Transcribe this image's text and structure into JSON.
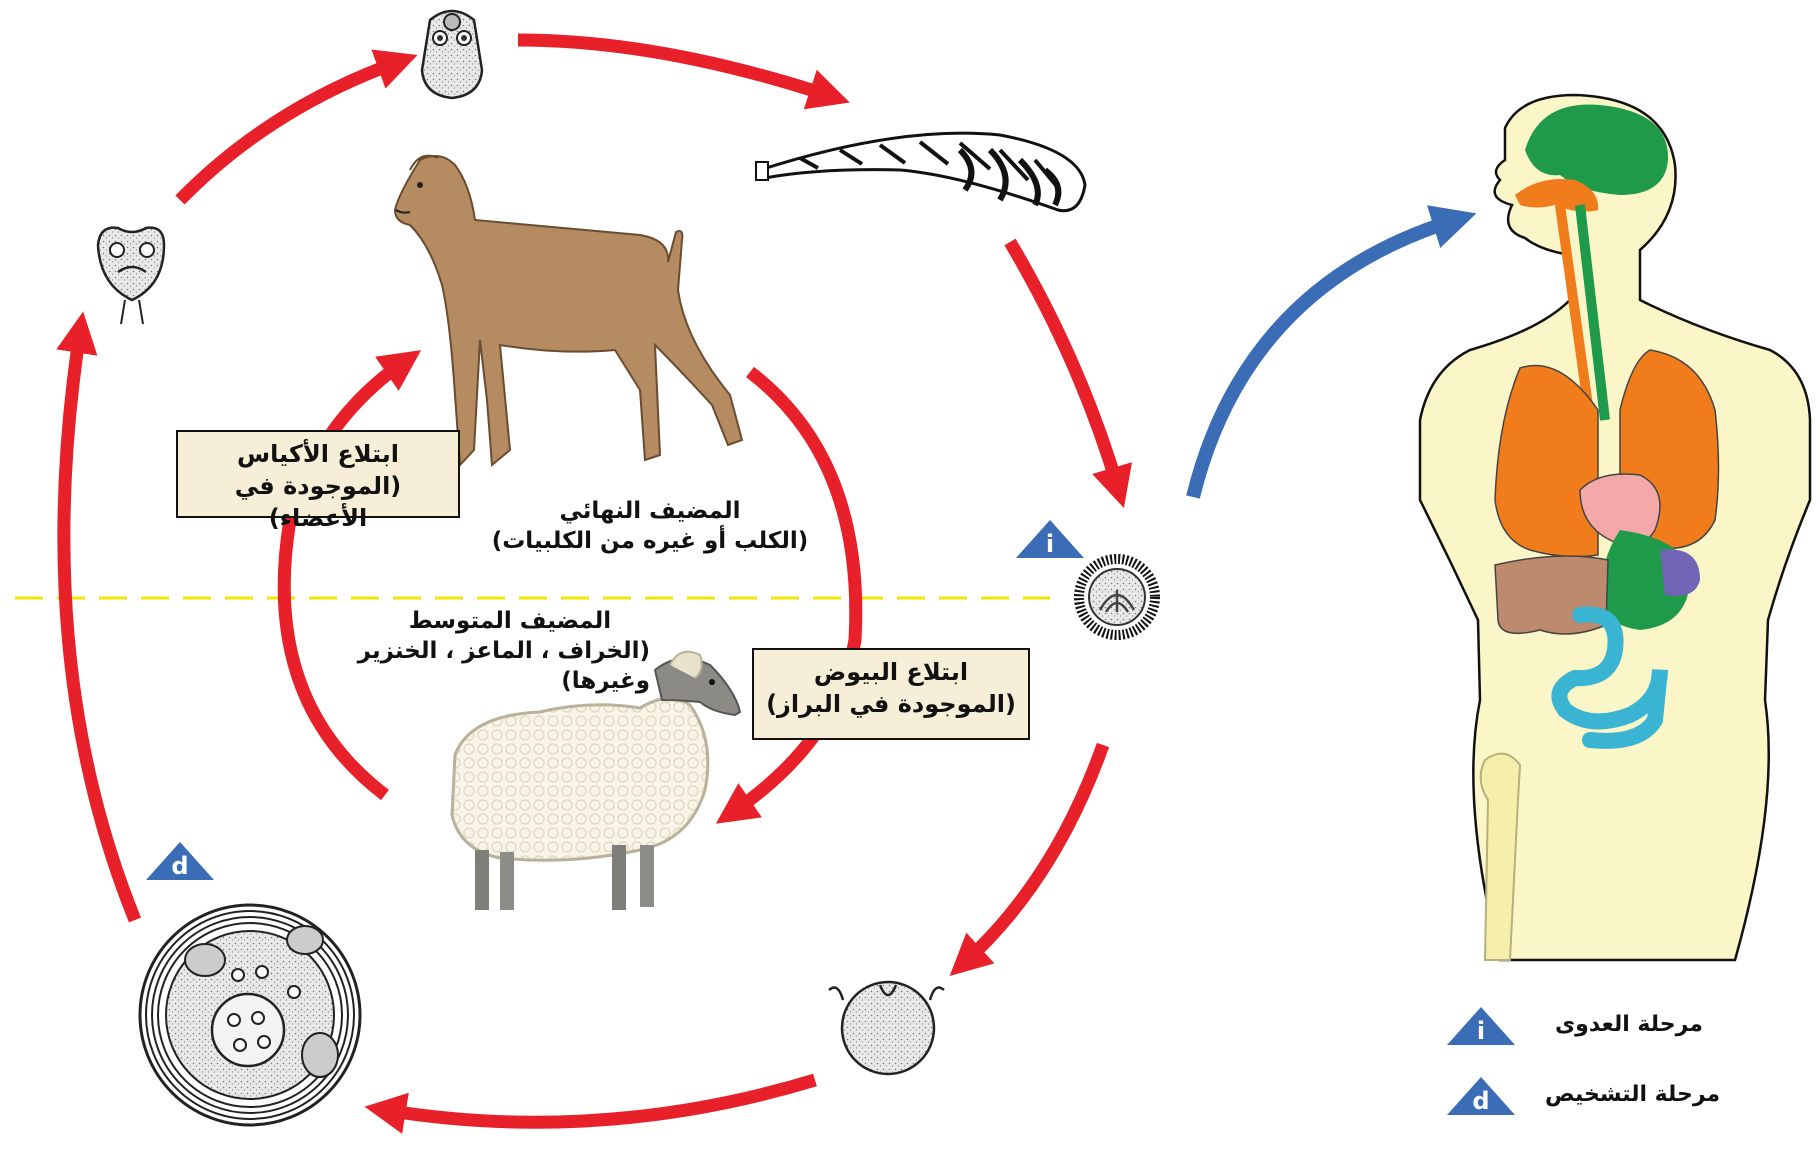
{
  "boxes": {
    "cyst_ingestion": {
      "line1": "ابتلاع الأكياس",
      "line2": "(الموجودة في الأعضاء)"
    },
    "egg_ingestion": {
      "line1": "ابتلاع البيوض",
      "line2": "(الموجودة في البراز)"
    }
  },
  "hosts": {
    "definitive": {
      "line1": "المضيف النهائي",
      "line2": "(الكلب أو غيره من الكلبيات)"
    },
    "intermediate": {
      "line1": "المضيف المتوسط",
      "line2": "(الخراف ، الماعز ، الخنزير",
      "line3": "وغيرها)"
    }
  },
  "markers": {
    "infective": "i",
    "diagnostic": "d"
  },
  "legend": {
    "infective_label": "مرحلة العدوى",
    "diagnostic_label": "مرحلة التشخيص"
  },
  "colors": {
    "cycle_arrow": "#e8202a",
    "human_arrow": "#3a6db5",
    "marker": "#3a6db5",
    "divider": "#f2e600",
    "box_bg": "#f6eed7"
  }
}
